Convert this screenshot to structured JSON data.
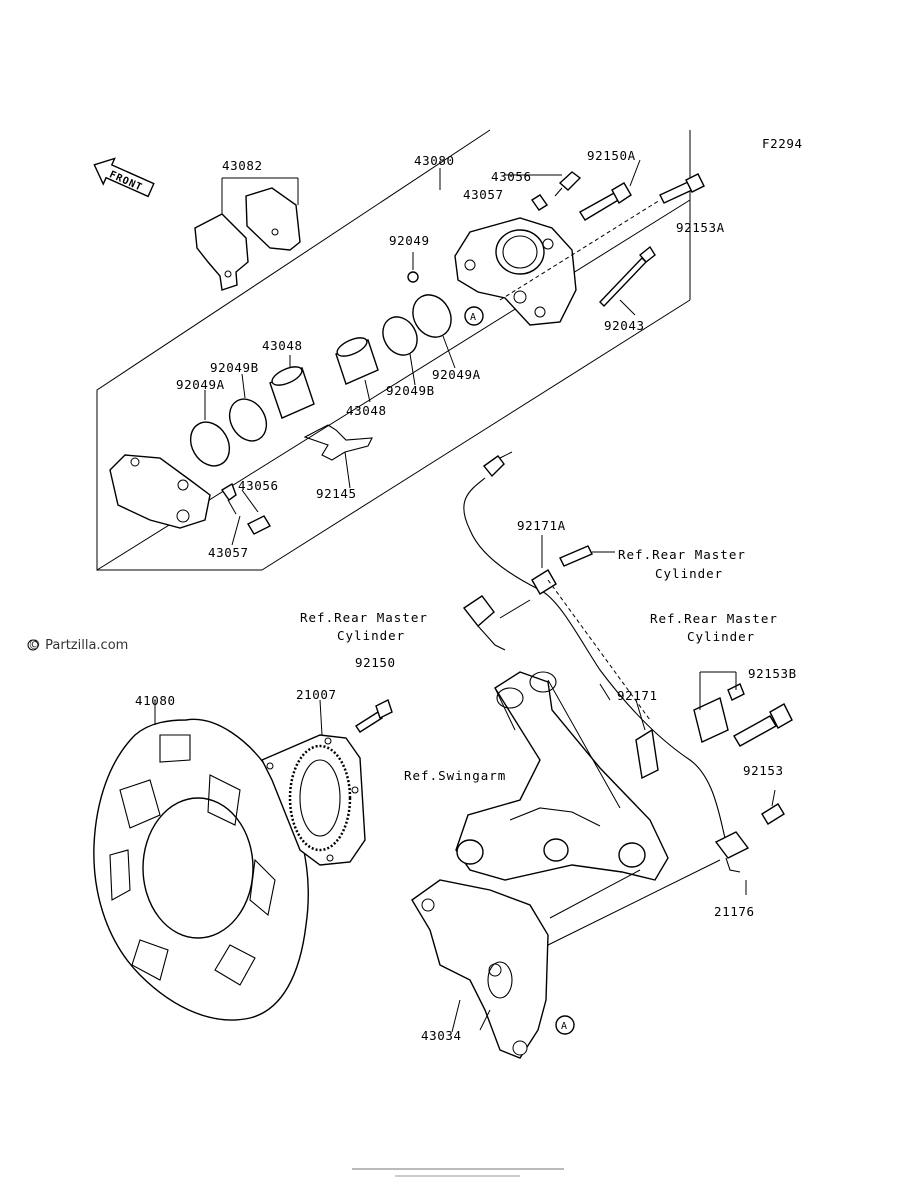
{
  "figure_code": "F2294",
  "front_label": "FRONT",
  "watermark": "© Partzilla.com",
  "callout_marker": "A",
  "part_labels": {
    "p43082": "43082",
    "p43080": "43080",
    "p43056_top": "43056",
    "p43057_top": "43057",
    "p92150A": "92150A",
    "p92153A": "92153A",
    "p92049": "92049",
    "p92043": "92043",
    "p92049A_right": "92049A",
    "p92049B_right": "92049B",
    "p43048_right": "43048",
    "p43048_left": "43048",
    "p92049B_left": "92049B",
    "p92049A_left": "92049A",
    "p92145": "92145",
    "p43056_bottom": "43056",
    "p43057_bottom": "43057",
    "p92171A": "92171A",
    "p92150": "92150",
    "p92171": "92171",
    "p92153B": "92153B",
    "p92153": "92153",
    "p21176": "21176",
    "p41080": "41080",
    "p21007": "21007",
    "p43034": "43034"
  },
  "references": {
    "ref_master_1_line1": "Ref.Rear Master",
    "ref_master_1_line2": "Cylinder",
    "ref_master_2_line1": "Ref.Rear Master",
    "ref_master_2_line2": "Cylinder",
    "ref_master_3_line1": "Ref.Rear Master",
    "ref_master_3_line2": "Cylinder",
    "ref_swingarm": "Ref.Swingarm"
  }
}
